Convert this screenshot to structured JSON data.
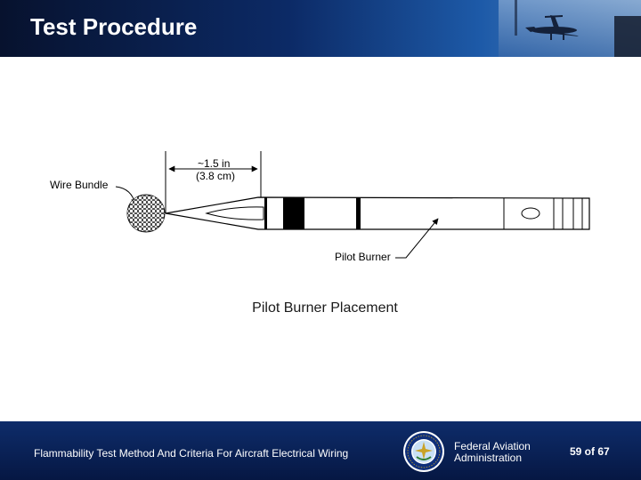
{
  "slide": {
    "title": "Test Procedure",
    "figure": {
      "labels": {
        "dimension_in": "~1.5 in",
        "dimension_cm": "(3.8 cm)",
        "wire_bundle": "Wire Bundle",
        "pilot_burner": "Pilot Burner"
      }
    },
    "caption": "Pilot Burner Placement"
  },
  "footer": {
    "presentation_title": "Flammability Test Method And Criteria For Aircraft Electrical Wiring",
    "agency_line1": "Federal Aviation",
    "agency_line2": "Administration",
    "page_label": "59 of 67"
  },
  "colors": {
    "header_dark": "#07122e",
    "header_light": "#5f8cc0",
    "footer_blue": "#0a2257",
    "seal_gold": "#c9a227"
  },
  "icons": {
    "header_image": "airplane-photo",
    "footer_logo": "faa-seal-icon"
  }
}
